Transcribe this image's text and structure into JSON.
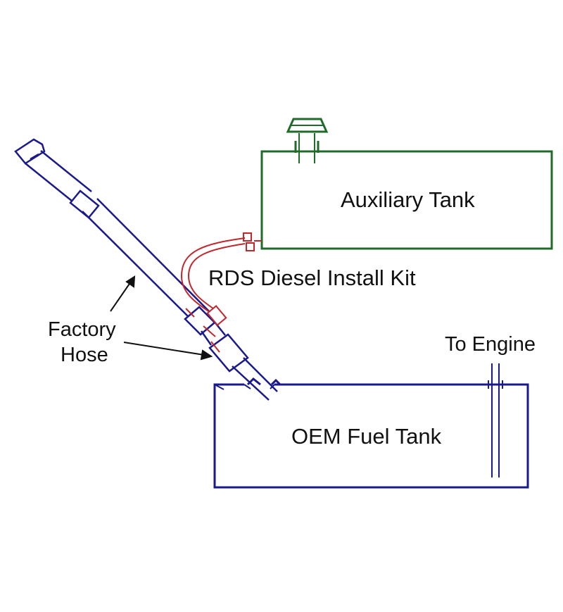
{
  "labels": {
    "auxiliary_tank": "Auxiliary Tank",
    "install_kit": "RDS Diesel Install Kit",
    "factory_hose_line1": "Factory",
    "factory_hose_line2": "Hose",
    "to_engine": "To Engine",
    "oem_tank": "OEM Fuel Tank"
  },
  "colors": {
    "oem": "#1a1a8c",
    "auxiliary": "#1f6b2a",
    "kit": "#c0282d",
    "text": "#111111"
  }
}
